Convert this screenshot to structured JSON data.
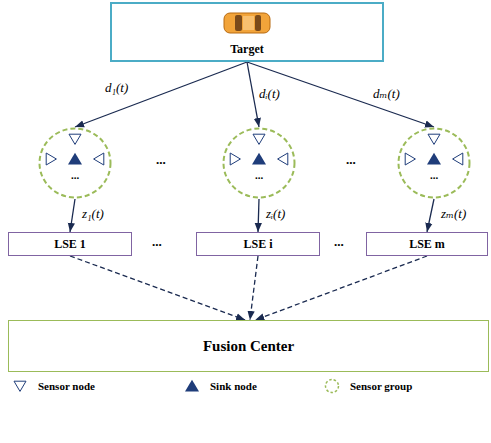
{
  "diagram": {
    "nodes": [
      {
        "text": [
          "Target"
        ]
      },
      {
        "text": [
          "..."
        ]
      },
      {
        "text": [
          "..."
        ]
      },
      {
        "text": [
          "..."
        ]
      },
      {
        "text": [
          "LSE 1"
        ]
      },
      {
        "text": [
          "LSE i"
        ]
      },
      {
        "text": [
          "LSE m"
        ]
      },
      {
        "text": [
          "Fusion Center"
        ]
      }
    ],
    "edges": [
      {
        "from": 0,
        "to": 1,
        "arrow": "to",
        "label": "d₁(t)"
      },
      {
        "from": 0,
        "to": 2,
        "arrow": "to",
        "label": "dᵢ(t)"
      },
      {
        "from": 0,
        "to": 3,
        "arrow": "to",
        "label": "dₘ(t)"
      },
      {
        "from": 1,
        "to": 4,
        "arrow": "to",
        "label": "z₁(t)"
      },
      {
        "from": 2,
        "to": 5,
        "arrow": "to",
        "label": "zᵢ(t)"
      },
      {
        "from": 3,
        "to": 6,
        "arrow": "to",
        "label": "zₘ(t)"
      },
      {
        "from": 4,
        "to": 7,
        "arrow": "to"
      },
      {
        "from": 5,
        "to": 7,
        "arrow": "to"
      },
      {
        "from": 6,
        "to": 7,
        "arrow": "to"
      }
    ],
    "labels": [
      "...",
      "...",
      "...",
      "..."
    ],
    "legend": [
      {
        "text": "Sensor node"
      },
      {
        "text": "Sink node"
      },
      {
        "text": "Sensor group"
      }
    ]
  }
}
